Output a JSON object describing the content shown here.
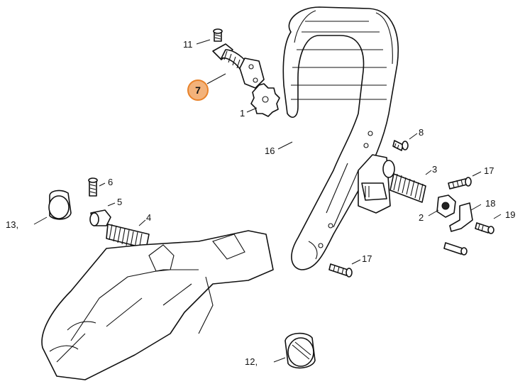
{
  "highlight_color": "#f3b27a",
  "highlight_border": "#e8822a",
  "highlighted_part": "7",
  "callouts": {
    "c1": "1",
    "c2": "2",
    "c3": "3",
    "c4": "4",
    "c5": "5",
    "c6": "6",
    "c7": "7",
    "c8": "8",
    "c11": "11",
    "c12": "12, ",
    "c13": "13, ",
    "c16": "16",
    "c17a": "17",
    "c17b": "17",
    "c18": "18",
    "c19": "19"
  }
}
